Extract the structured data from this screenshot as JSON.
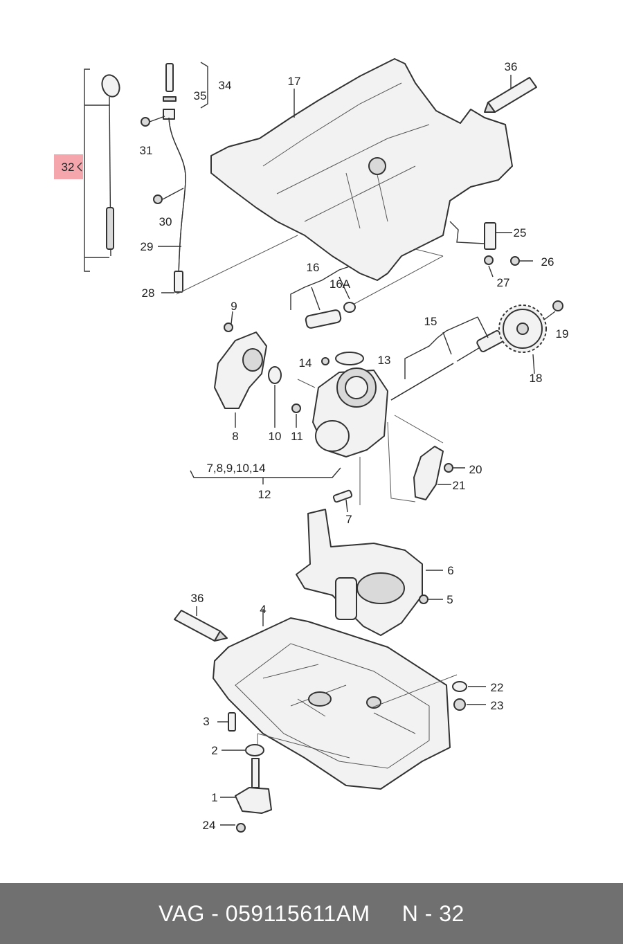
{
  "diagram": {
    "highlight_color": "#f4a6ac",
    "labels": {
      "p1": "1",
      "p2": "2",
      "p3": "3",
      "p4": "4",
      "p5": "5",
      "p6": "6",
      "p7": "7",
      "p8": "8",
      "p9": "9",
      "p10": "10",
      "p11": "11",
      "p12": "12",
      "p12_sub": "7,8,9,10,14",
      "p13": "13",
      "p14": "14",
      "p15": "15",
      "p16": "16",
      "p16a": "16A",
      "p17": "17",
      "p18": "18",
      "p19": "19",
      "p20": "20",
      "p21": "21",
      "p22": "22",
      "p23": "23",
      "p24": "24",
      "p25": "25",
      "p26": "26",
      "p27": "27",
      "p28": "28",
      "p29": "29",
      "p30": "30",
      "p31": "31",
      "p32": "32",
      "p34": "34",
      "p35": "35",
      "p36a": "36",
      "p36b": "36"
    }
  },
  "footer": {
    "brand_part": "VAG - 059115611AM",
    "position": "N - 32",
    "background": "#707070"
  }
}
